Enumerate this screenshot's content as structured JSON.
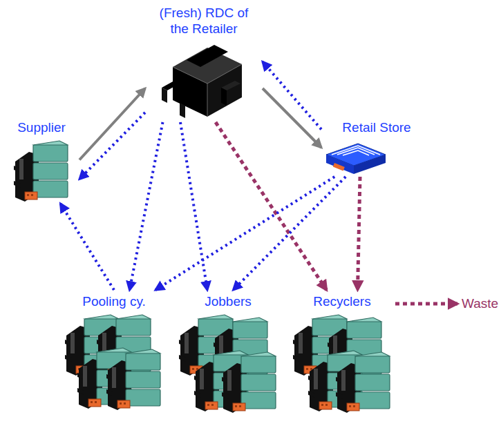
{
  "diagram": {
    "nodes": [
      {
        "text": [
          "(Fresh) RDC of the Retailer"
        ]
      },
      {
        "text": [
          "Supplier"
        ]
      },
      {
        "text": [
          "Retail Store"
        ]
      },
      {
        "text": [
          "Pooling cy."
        ]
      },
      {
        "text": [
          "Jobbers"
        ]
      },
      {
        "text": [
          "Recyclers"
        ]
      }
    ],
    "edges": [
      {
        "from": 1,
        "to": 0,
        "arrow": "to"
      },
      {
        "from": 0,
        "to": 1,
        "arrow": "to"
      },
      {
        "from": 0,
        "to": 2,
        "arrow": "to"
      },
      {
        "from": 2,
        "to": 0,
        "arrow": "to"
      },
      {
        "from": 0,
        "to": 3,
        "arrow": "to"
      },
      {
        "from": 0,
        "to": 4,
        "arrow": "to"
      },
      {
        "from": 0,
        "to": 5,
        "arrow": "to"
      },
      {
        "from": 2,
        "to": 3,
        "arrow": "to"
      },
      {
        "from": 2,
        "to": 4,
        "arrow": "to"
      },
      {
        "from": 2,
        "to": 5,
        "arrow": "to"
      },
      {
        "from": 3,
        "to": 1,
        "arrow": "to"
      }
    ],
    "labels": [
      "Waste"
    ]
  }
}
